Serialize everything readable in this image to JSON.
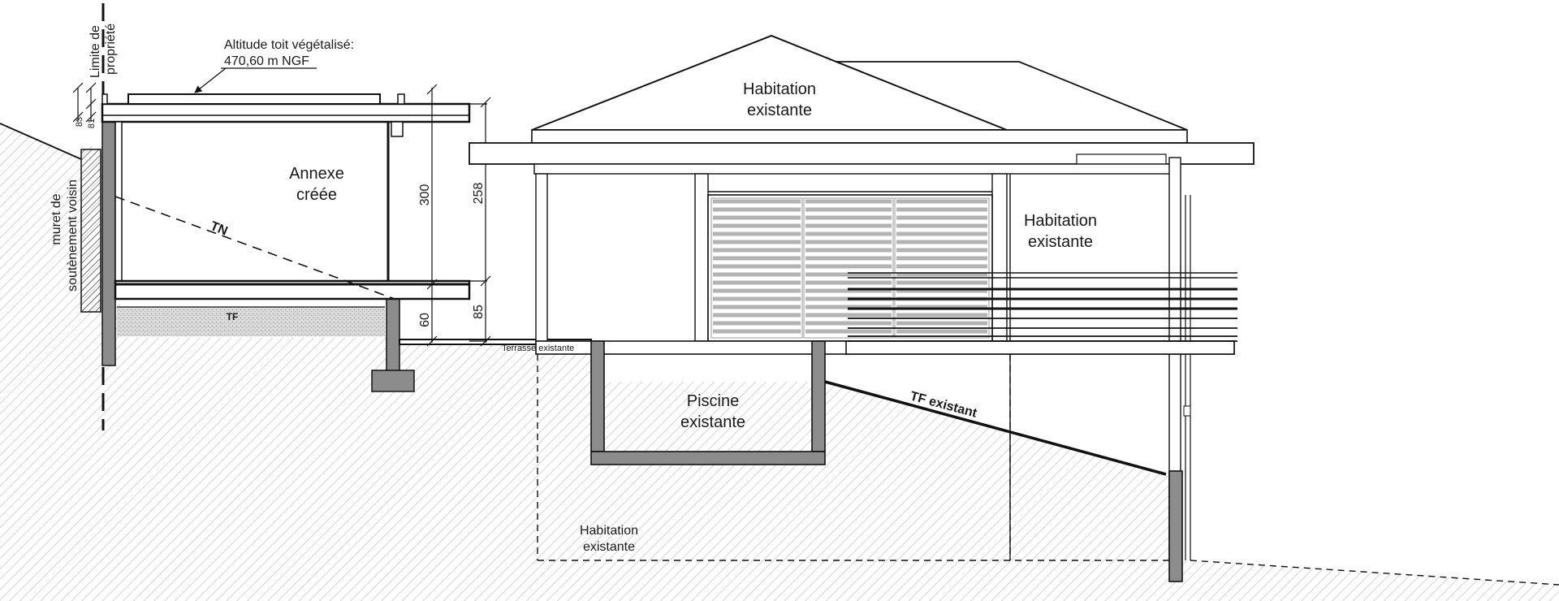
{
  "labels": {
    "property_limit_line1": "Limite de",
    "property_limit_line2": "propriété",
    "roof_altitude_line1": "Altitude toit végétalisé:",
    "roof_altitude_line2": "470,60 m NGF",
    "annex_line1": "Annexe",
    "annex_line2": "créée",
    "retaining_wall_line1": "muret de",
    "retaining_wall_line2": "soutènement voisin",
    "tn": "TN",
    "tf": "TF",
    "terrace": "Terrasse existante",
    "pool_line1": "Piscine",
    "pool_line2": "existante",
    "tf_existing": "TF existant",
    "house_roof_line1": "Habitation",
    "house_roof_line2": "existante",
    "house_right_line1": "Habitation",
    "house_right_line2": "existante",
    "house_basement_line1": "Habitation",
    "house_basement_line2": "existante"
  },
  "dimensions": {
    "d83": "83",
    "d81": "81",
    "d300": "300",
    "d258": "258",
    "d85": "85",
    "d60": "60"
  },
  "colors": {
    "line": "#111111",
    "wall_fill": "#8c8c8c",
    "ground_hatch": "#c9c9c9",
    "gravel": "#d6d6d6",
    "shutter": "#b3b3b3"
  }
}
